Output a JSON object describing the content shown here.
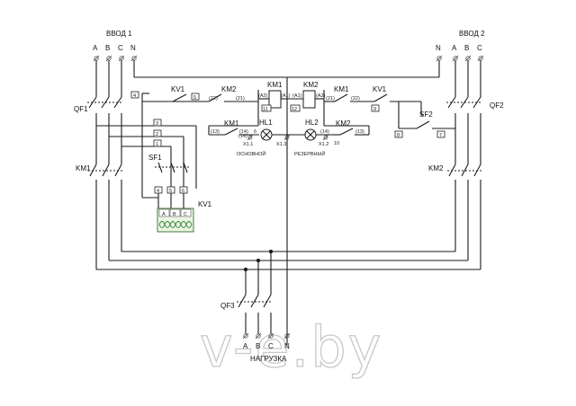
{
  "inputs": {
    "input1": {
      "title": "ВВОД 1",
      "phases": [
        "A",
        "B",
        "C",
        "N"
      ]
    },
    "input2": {
      "title": "ВВОД 2",
      "phases": [
        "N",
        "A",
        "B",
        "C"
      ]
    }
  },
  "breakers": {
    "qf1": "QF1",
    "qf2": "QF2",
    "qf3": "QF3",
    "sf1": "SF1",
    "sf2": "SF2"
  },
  "contactors": {
    "km1": "KM1",
    "km2": "KM2"
  },
  "relay": {
    "kv1": "KV1",
    "phases": [
      "A",
      "B",
      "C"
    ]
  },
  "lamps": {
    "hl1": "HL1",
    "hl2": "HL2"
  },
  "lamp_captions": {
    "main": "ОСНОВНОЙ",
    "reserve": "РЕЗЕРВНЫЙ"
  },
  "terminals": {
    "x1_1": "X1.1",
    "x1_2": "X1.2",
    "x1_3": "X1.3"
  },
  "coil_pins": {
    "a1": "(A1)",
    "a2": "(A2)"
  },
  "contact_pins": {
    "p21": "(21)",
    "p22": "(22)",
    "p13": "(13)",
    "p14": "(14)"
  },
  "wire_numbers": [
    "1",
    "2",
    "3",
    "4",
    "5",
    "6",
    "7",
    "8",
    "9",
    "10",
    "11",
    "12"
  ],
  "load": {
    "title": "НАГРУЗКА",
    "phases": [
      "A",
      "B",
      "C",
      "N"
    ]
  },
  "watermark": "v-e.by"
}
